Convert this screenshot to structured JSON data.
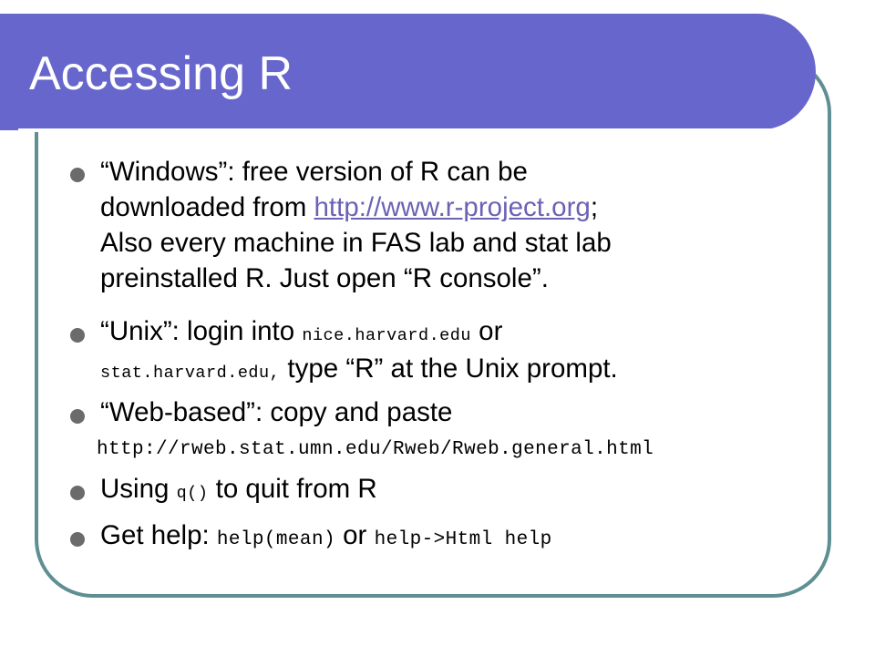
{
  "slide": {
    "title": "Accessing R",
    "bullets": {
      "windows": {
        "line1": "“Windows”: free version of R can be",
        "line2_prefix": "downloaded from ",
        "link": "http://www.r-project.org",
        "line2_suffix": ";",
        "line3": "Also every machine in FAS lab and stat lab",
        "line4": "preinstalled R. Just open “R console”."
      },
      "unix": {
        "text1": "“Unix”: login into ",
        "host1": "nice.harvard.edu",
        "text2": " or",
        "host2": "stat.harvard.edu,",
        "text3": " type “R” at the Unix prompt."
      },
      "web": {
        "text": "“Web-based”: copy and paste",
        "url": "http://rweb.stat.umn.edu/Rweb/Rweb.general.html"
      },
      "quit": {
        "text1": "Using ",
        "code": "q()",
        "text2": " to quit from R"
      },
      "help": {
        "text1": "Get help: ",
        "code1": "help(mean)",
        "text2": " or ",
        "code2": "help->Html help"
      }
    }
  }
}
